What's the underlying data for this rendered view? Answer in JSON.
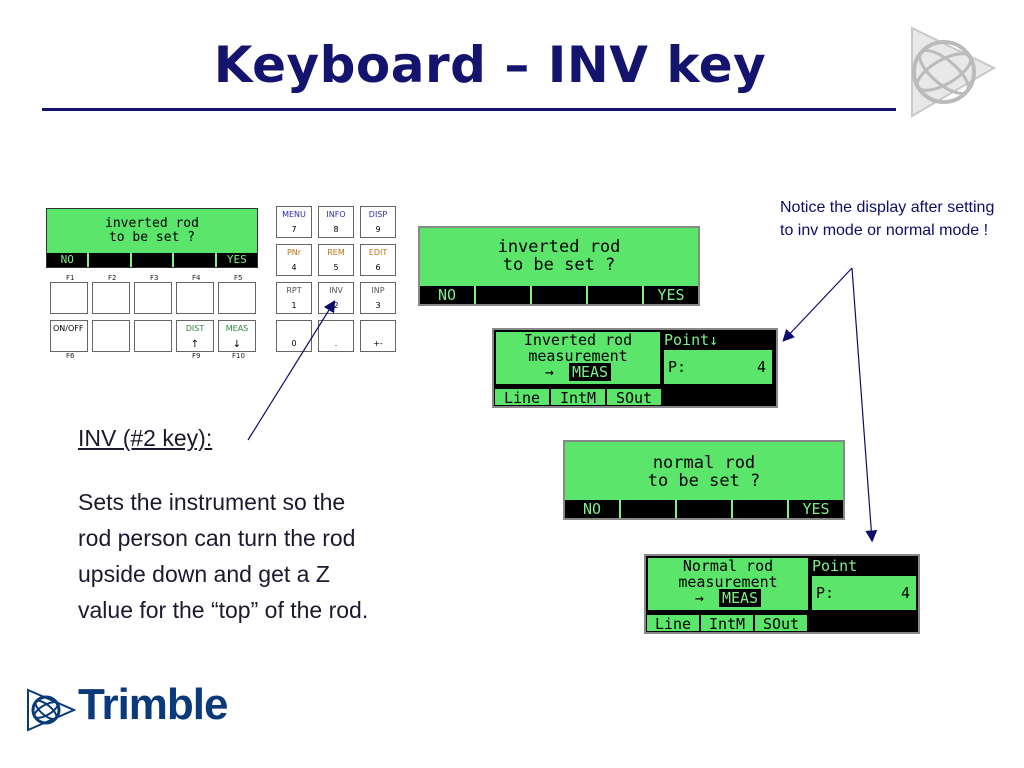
{
  "title": "Keyboard – INV key",
  "keypad": {
    "lcd_line1": "inverted rod",
    "lcd_line2": "to be set ?",
    "softkeys": [
      "NO",
      "",
      "",
      "",
      "YES"
    ],
    "fkeys": [
      "F1",
      "F2",
      "F3",
      "F4",
      "F5"
    ],
    "row2_labels": [
      "ON/OFF",
      "",
      "",
      "DIST",
      "MEAS"
    ],
    "row2_sub": [
      "",
      "",
      "",
      "↑",
      "↓"
    ],
    "fkeys_bottom": [
      "F6",
      "",
      "",
      "F9",
      "F10"
    ],
    "num_keys": [
      {
        "top": "MENU",
        "num": "7",
        "color": "#2b2bb0"
      },
      {
        "top": "INFO",
        "num": "8",
        "color": "#2b2bb0"
      },
      {
        "top": "DISP",
        "num": "9",
        "color": "#2b2bb0"
      },
      {
        "top": "PNr",
        "num": "4",
        "color": "#b8741a"
      },
      {
        "top": "REM",
        "num": "5",
        "color": "#b8741a"
      },
      {
        "top": "EDIT",
        "num": "6",
        "color": "#b8741a"
      },
      {
        "top": "RPT",
        "num": "1",
        "color": "#555555"
      },
      {
        "top": "INV",
        "num": "2",
        "color": "#555555"
      },
      {
        "top": "INP",
        "num": "3",
        "color": "#555555"
      },
      {
        "top": "",
        "num": "0",
        "color": "#555555"
      },
      {
        "top": "",
        "num": ".",
        "color": "#555555"
      },
      {
        "top": "",
        "num": "+-",
        "color": "#555555"
      }
    ]
  },
  "screen1": {
    "line1": "inverted rod",
    "line2": "to be set ?",
    "softkeys": [
      "NO",
      "",
      "",
      "",
      "YES"
    ]
  },
  "screen2": {
    "line1": "Inverted rod",
    "line2": "measurement",
    "arrow": "→",
    "meas": "MEAS",
    "right_top": "Point↓",
    "p_label": "P:",
    "p_value": "4",
    "softkeys": [
      "Line",
      "IntM",
      "SOut",
      "",
      ""
    ]
  },
  "screen3": {
    "line1": "normal rod",
    "line2": "to be set ?",
    "softkeys": [
      "NO",
      "",
      "",
      "",
      "YES"
    ]
  },
  "screen4": {
    "line1": "Normal rod",
    "line2": "measurement",
    "arrow": "→",
    "meas": "MEAS",
    "right_top": "Point",
    "p_label": "P:",
    "p_value": "4",
    "softkeys": [
      "Line",
      "IntM",
      "SOut",
      "",
      ""
    ]
  },
  "inv_heading": "INV (#2 key):",
  "inv_description": [
    "Sets the instrument so the",
    "rod person can turn the rod",
    "upside down and get a Z",
    "value for the “top” of the rod."
  ],
  "note": "Notice the display after setting to inv mode or normal mode !",
  "logo": "Trimble"
}
